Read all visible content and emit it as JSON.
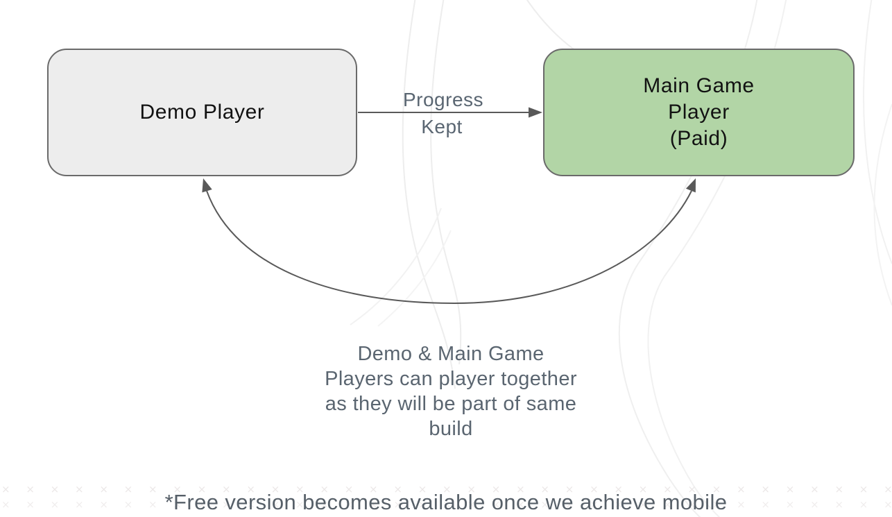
{
  "colors": {
    "node_demo_fill": "#ededed",
    "node_main_fill": "#b2d5a6",
    "node_border": "#6a6a6a",
    "connector": "#595959",
    "annotation_text": "#5a6672",
    "node_text": "#121212",
    "background_curves": "#ededed",
    "background_pattern": "#ebe7e7"
  },
  "nodes": {
    "demo_player": {
      "label": "Demo Player"
    },
    "main_game_player": {
      "lines": [
        "Main Game",
        "Player",
        "(Paid)"
      ]
    }
  },
  "edges": {
    "progress_kept": {
      "label_top": "Progress",
      "label_bottom": "Kept"
    },
    "coop_note": {
      "lines": [
        "Demo & Main Game",
        "Players can player together",
        "as they will be part of same",
        "build"
      ]
    }
  },
  "footnote": "*Free version becomes available once we achieve mobile",
  "decor": {
    "pattern_char": "×"
  }
}
